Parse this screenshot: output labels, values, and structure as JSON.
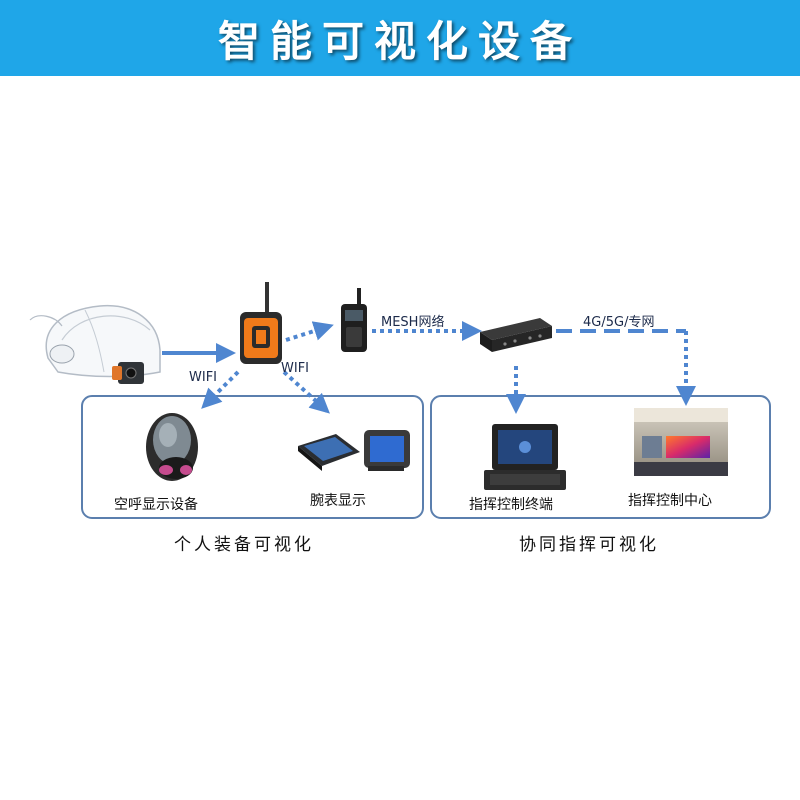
{
  "header": {
    "title": "智能可视化设备"
  },
  "links": {
    "wifi_left": "WIFI",
    "wifi_right": "WIFI",
    "mesh": "MESH网络",
    "cellular": "4G/5G/专网"
  },
  "devices": {
    "respirator": "空呼显示设备",
    "wrist": "腕表显示",
    "terminal": "指挥控制终端",
    "center": "指挥控制中心"
  },
  "groups": {
    "personal": "个人装备可视化",
    "command": "协同指挥可视化"
  },
  "colors": {
    "banner": "#1fa6e8",
    "arrow": "#4f86d0",
    "group_border": "#5b7fae",
    "device_orange": "#f07a1a"
  },
  "icons": [
    "helmet-camera-icon",
    "orange-handheld-radio-icon",
    "walkie-talkie-icon",
    "mesh-base-station-icon",
    "respirator-mask-icon",
    "wrist-display-icon",
    "rugged-laptop-terminal-icon",
    "command-center-room-icon"
  ]
}
